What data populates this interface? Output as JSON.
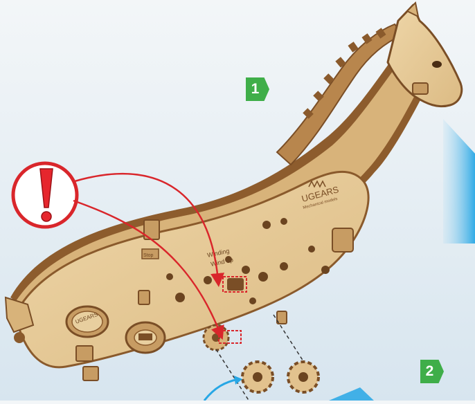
{
  "steps": [
    "1",
    "2"
  ],
  "brand": {
    "logo_text": "UGEARS",
    "tagline": "Mechanical models"
  },
  "part_engravings": {
    "winding": "Winding",
    "direction": "Wind up",
    "key": "Stop",
    "barrel": "UGEARS"
  },
  "colors": {
    "plywood_light": "#e8cf9f",
    "plywood_mid": "#d7b47a",
    "plywood_edge": "#a67a46",
    "plywood_dark": "#7a4e26",
    "callout_red": "#d9262b",
    "step_green": "#3fae49",
    "accent_blue": "#27a7e5",
    "background": "#e9f0f5"
  },
  "icons": [
    "warning-exclamation-icon",
    "arrow-right-icon"
  ]
}
